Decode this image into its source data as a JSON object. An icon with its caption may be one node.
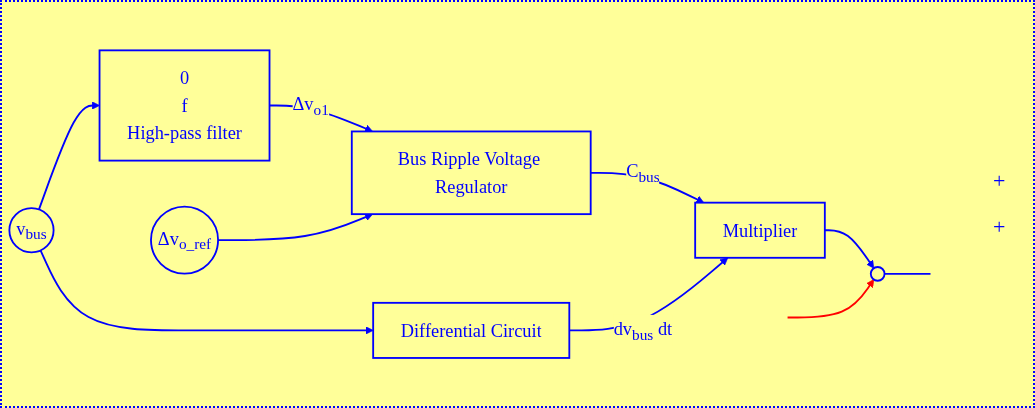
{
  "diagram": {
    "nodes": [
      {
        "text": [
          "v$_{bus}$"
        ]
      },
      {
        "text": [
          "0",
          "f",
          "High-pass filter"
        ]
      },
      {
        "text": [
          "Bus Ripple Voltage Regulator"
        ]
      },
      {
        "text": [
          "Δv$_{o_ref}$"
        ]
      },
      {
        "text": [
          "Differential Circuit"
        ]
      },
      {
        "text": [
          "Multiplier"
        ]
      },
      {
        "text": [],
        "shape": "circle"
      }
    ],
    "edges": [
      {
        "from": 0,
        "to": 1,
        "arrow": "to"
      },
      {
        "from": 0,
        "to": 4,
        "arrow": "to"
      },
      {
        "from": 1,
        "to": 2,
        "arrow": "to",
        "label": "Δv$_{o1}$"
      },
      {
        "from": 3,
        "to": 2,
        "arrow": "to"
      },
      {
        "from": 2,
        "to": 5,
        "arrow": "to",
        "label": "C$_{bus}$"
      },
      {
        "from": 4,
        "to": 5,
        "arrow": "to",
        "label": "dv$_{bus}$ dt"
      },
      {
        "from": 5,
        "to": 6,
        "arrow": "to"
      },
      {
        "from": null,
        "to": 6,
        "arrow": "to",
        "color": "#ff0000"
      },
      {
        "from": 6,
        "to": null,
        "arrow": "none"
      }
    ],
    "labels": [
      "+",
      "+"
    ]
  }
}
